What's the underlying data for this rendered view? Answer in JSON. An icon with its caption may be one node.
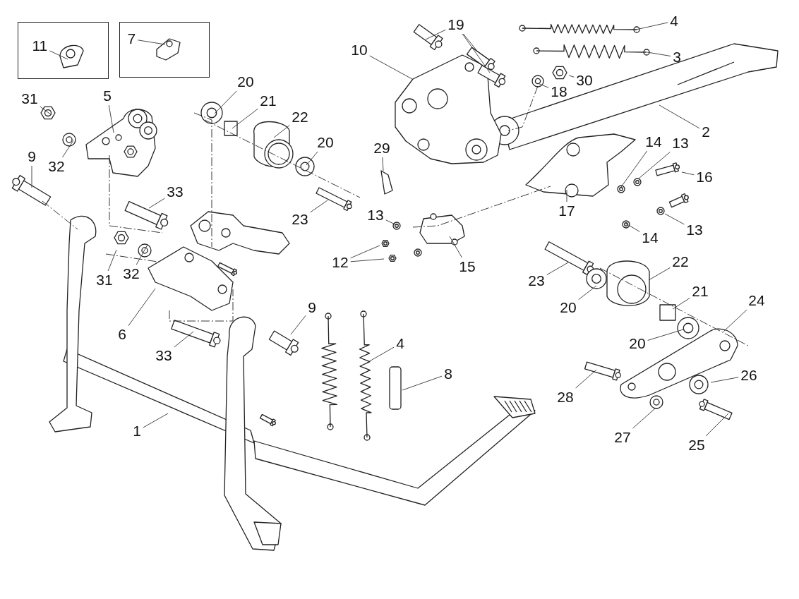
{
  "diagram": {
    "nodes": [
      {
        "text": [],
        "shape": "box"
      },
      {
        "text": [
          "11"
        ],
        "in": 0
      },
      {
        "text": [],
        "shape": "box"
      },
      {
        "text": [
          "7"
        ],
        "in": 2
      },
      {
        "text": [
          "19"
        ]
      },
      {
        "text": [
          "4"
        ]
      },
      {
        "text": [
          "10"
        ]
      },
      {
        "text": [
          "3"
        ]
      },
      {
        "text": [
          "30"
        ]
      },
      {
        "text": [
          "20"
        ]
      },
      {
        "text": [
          "18"
        ]
      },
      {
        "text": [
          "5"
        ]
      },
      {
        "text": [
          "31"
        ]
      },
      {
        "text": [
          "21"
        ]
      },
      {
        "text": [
          "22"
        ]
      },
      {
        "text": [
          "2"
        ]
      },
      {
        "text": [
          "20"
        ]
      },
      {
        "text": [
          "14"
        ]
      },
      {
        "text": [
          "13"
        ]
      },
      {
        "text": [
          "29"
        ]
      },
      {
        "text": [
          "9"
        ]
      },
      {
        "text": [
          "32"
        ]
      },
      {
        "text": [
          "16"
        ]
      },
      {
        "text": [
          "33"
        ]
      },
      {
        "text": [
          "17"
        ]
      },
      {
        "text": [
          "13"
        ]
      },
      {
        "text": [
          "23"
        ]
      },
      {
        "text": [
          "13"
        ]
      },
      {
        "text": [
          "14"
        ]
      },
      {
        "text": [
          "22"
        ]
      },
      {
        "text": [
          "12"
        ]
      },
      {
        "text": [
          "15"
        ]
      },
      {
        "text": [
          "32"
        ]
      },
      {
        "text": [
          "31"
        ]
      },
      {
        "text": [
          "23"
        ]
      },
      {
        "text": [
          "21"
        ]
      },
      {
        "text": [
          "24"
        ]
      },
      {
        "text": [
          "9"
        ]
      },
      {
        "text": [
          "20"
        ]
      },
      {
        "text": [
          "6"
        ]
      },
      {
        "text": [
          "20"
        ]
      },
      {
        "text": [
          "4"
        ]
      },
      {
        "text": [
          "33"
        ]
      },
      {
        "text": [
          "8"
        ]
      },
      {
        "text": [
          "26"
        ]
      },
      {
        "text": [
          "28"
        ]
      },
      {
        "text": [
          "1"
        ]
      },
      {
        "text": [
          "27"
        ]
      },
      {
        "text": [
          "25"
        ]
      }
    ],
    "edges": [
      {
        "from": 1,
        "to": null,
        "arrow": "none"
      },
      {
        "from": 3,
        "to": null,
        "arrow": "none"
      },
      {
        "from": 4,
        "to": null,
        "arrow": "none"
      },
      {
        "from": 4,
        "to": null,
        "arrow": "none"
      },
      {
        "from": 4,
        "to": null,
        "arrow": "none"
      },
      {
        "from": 5,
        "to": null,
        "arrow": "none"
      },
      {
        "from": 6,
        "to": null,
        "arrow": "none"
      },
      {
        "from": 7,
        "to": null,
        "arrow": "none"
      },
      {
        "from": 8,
        "to": null,
        "arrow": "none"
      },
      {
        "from": 9,
        "to": null,
        "arrow": "none"
      },
      {
        "from": 10,
        "to": null,
        "arrow": "none"
      },
      {
        "from": 11,
        "to": null,
        "arrow": "none"
      },
      {
        "from": 12,
        "to": null,
        "arrow": "none"
      },
      {
        "from": 13,
        "to": null,
        "arrow": "none"
      },
      {
        "from": 14,
        "to": null,
        "arrow": "none"
      },
      {
        "from": 15,
        "to": null,
        "arrow": "none"
      },
      {
        "from": 16,
        "to": null,
        "arrow": "none"
      },
      {
        "from": 17,
        "to": null,
        "arrow": "none"
      },
      {
        "from": 18,
        "to": null,
        "arrow": "none"
      },
      {
        "from": 19,
        "to": null,
        "arrow": "none"
      },
      {
        "from": 20,
        "to": null,
        "arrow": "none"
      },
      {
        "from": 21,
        "to": null,
        "arrow": "none"
      },
      {
        "from": 22,
        "to": null,
        "arrow": "none"
      },
      {
        "from": 23,
        "to": null,
        "arrow": "none"
      },
      {
        "from": 24,
        "to": null,
        "arrow": "none"
      },
      {
        "from": 25,
        "to": null,
        "arrow": "none"
      },
      {
        "from": 26,
        "to": null,
        "arrow": "none"
      },
      {
        "from": 27,
        "to": null,
        "arrow": "none"
      },
      {
        "from": 28,
        "to": null,
        "arrow": "none"
      },
      {
        "from": 29,
        "to": null,
        "arrow": "none"
      },
      {
        "from": 30,
        "to": null,
        "arrow": "none"
      },
      {
        "from": 30,
        "to": null,
        "arrow": "none"
      },
      {
        "from": 31,
        "to": null,
        "arrow": "none"
      },
      {
        "from": 32,
        "to": null,
        "arrow": "none"
      },
      {
        "from": 33,
        "to": null,
        "arrow": "none"
      },
      {
        "from": 34,
        "to": null,
        "arrow": "none"
      },
      {
        "from": 35,
        "to": null,
        "arrow": "none"
      },
      {
        "from": 36,
        "to": null,
        "arrow": "none"
      },
      {
        "from": 37,
        "to": null,
        "arrow": "none"
      },
      {
        "from": 38,
        "to": null,
        "arrow": "none"
      },
      {
        "from": 39,
        "to": null,
        "arrow": "none"
      },
      {
        "from": 40,
        "to": null,
        "arrow": "none"
      },
      {
        "from": 41,
        "to": null,
        "arrow": "none"
      },
      {
        "from": 42,
        "to": null,
        "arrow": "none"
      },
      {
        "from": 43,
        "to": null,
        "arrow": "none"
      },
      {
        "from": 44,
        "to": null,
        "arrow": "none"
      },
      {
        "from": 45,
        "to": null,
        "arrow": "none"
      },
      {
        "from": 46,
        "to": null,
        "arrow": "none"
      },
      {
        "from": 47,
        "to": null,
        "arrow": "none"
      },
      {
        "from": 48,
        "to": null,
        "arrow": "none"
      }
    ]
  }
}
